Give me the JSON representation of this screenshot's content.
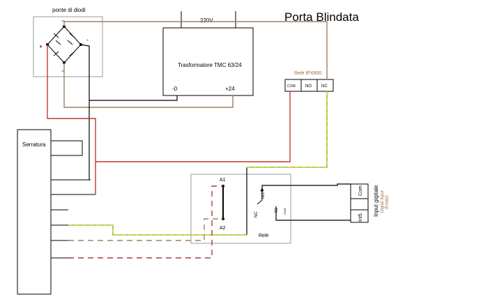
{
  "title": "Porta Blindata",
  "bridge": {
    "label": "ponte di diodi",
    "plus": "+",
    "minus": "-",
    "ac_top": "~",
    "ac_bottom": "~"
  },
  "transformer": {
    "input_label": "220V",
    "name": "Trasformatore TMC 63/24",
    "neg_terminal": "-0",
    "pos_terminal": "+24"
  },
  "ipx_relay": {
    "label": "Relè IPX800",
    "terminals": [
      "COM",
      "NO",
      "NC"
    ]
  },
  "lock": {
    "label": "Serratura"
  },
  "relay": {
    "coil_top": "A1",
    "coil_bottom": "A2",
    "contact_no": "NO",
    "contact_nc": "NC",
    "contact_com": "COM",
    "contact_id": "01",
    "label": "Relè"
  },
  "digital_input": {
    "term_com": "Com",
    "term_in": "Int5",
    "title": "Input gigitale",
    "sub1": "Digital Input",
    "sub2": "IPX800"
  },
  "colors": {
    "red": "#c0392b",
    "brown": "#a08060",
    "green": "#8fbf3f",
    "yellow": "#e0d030",
    "dark_red": "#b03a3a",
    "gray_box": "#8a8a8a"
  }
}
